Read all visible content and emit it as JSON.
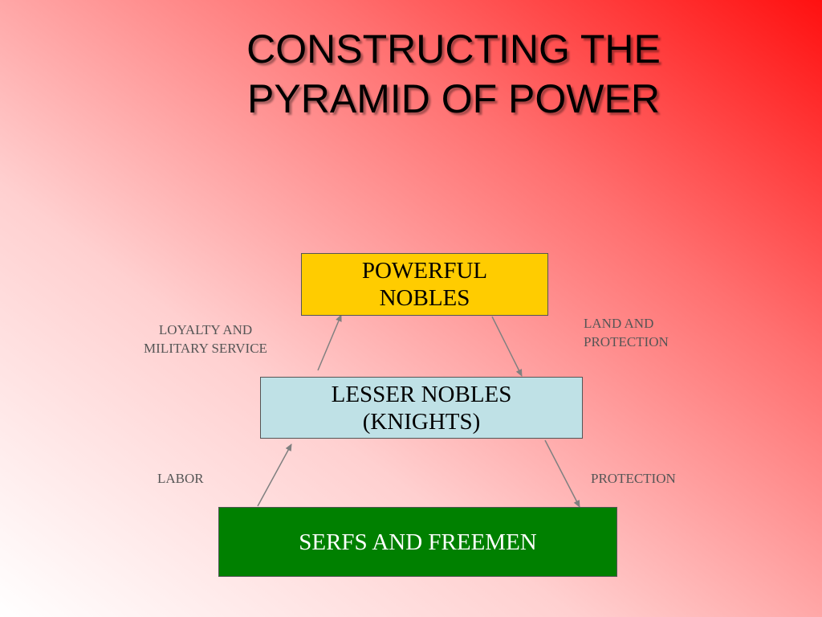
{
  "slide": {
    "title_lines": [
      "CONSTRUCTING THE",
      "PYRAMID OF POWER"
    ],
    "colors": {
      "background_gradient": [
        "#ffffff",
        "#ff1010"
      ],
      "top_box": "#ffcc00",
      "middle_box": "#bfe1e6",
      "bottom_box": "#008000",
      "arrow": "#808080",
      "label_text": "#555555"
    }
  },
  "diagram": {
    "nodes": {
      "top": {
        "lines": [
          "POWERFUL",
          "NOBLES"
        ]
      },
      "middle": {
        "lines": [
          "LESSER NOBLES",
          "(KNIGHTS)"
        ]
      },
      "bottom": {
        "lines": [
          "SERFS AND FREEMEN"
        ]
      }
    },
    "edges": {
      "middle_to_top": {
        "lines": [
          "LOYALTY AND",
          "MILITARY SERVICE"
        ]
      },
      "top_to_middle": {
        "lines": [
          "LAND AND",
          "PROTECTION"
        ]
      },
      "bottom_to_middle": {
        "lines": [
          "LABOR"
        ]
      },
      "middle_to_bottom": {
        "lines": [
          "PROTECTION"
        ]
      }
    }
  }
}
